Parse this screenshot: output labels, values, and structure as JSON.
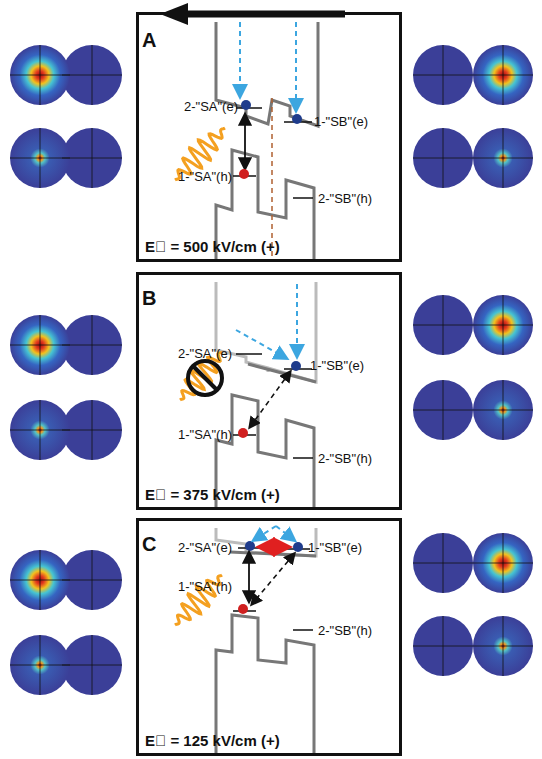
{
  "diagram": {
    "nodes": [
      {
        "text": [
          "E⃗ = 500 kV/cm (+)"
        ]
      },
      {
        "text": [
          "E⃗ = 375 kV/cm (+)"
        ]
      },
      {
        "text": [
          "E⃗ = 125 kV/cm (+)"
        ]
      }
    ],
    "labels": [
      "A",
      "2-\"SA\"(e)",
      "1-\"SB\"(e)",
      "1-\"SA\"(h)",
      "2-\"SB\"(h)",
      "B",
      "2-\"SA\"(e)",
      "1-\"SB\"(e)",
      "1-\"SA\"(h)",
      "2-\"SB\"(h)",
      "C",
      "2-\"SA\"(e)",
      "1-\"SB\"(e)",
      "1-\"SA\"(h)",
      "2-\"SB\"(h)"
    ]
  }
}
